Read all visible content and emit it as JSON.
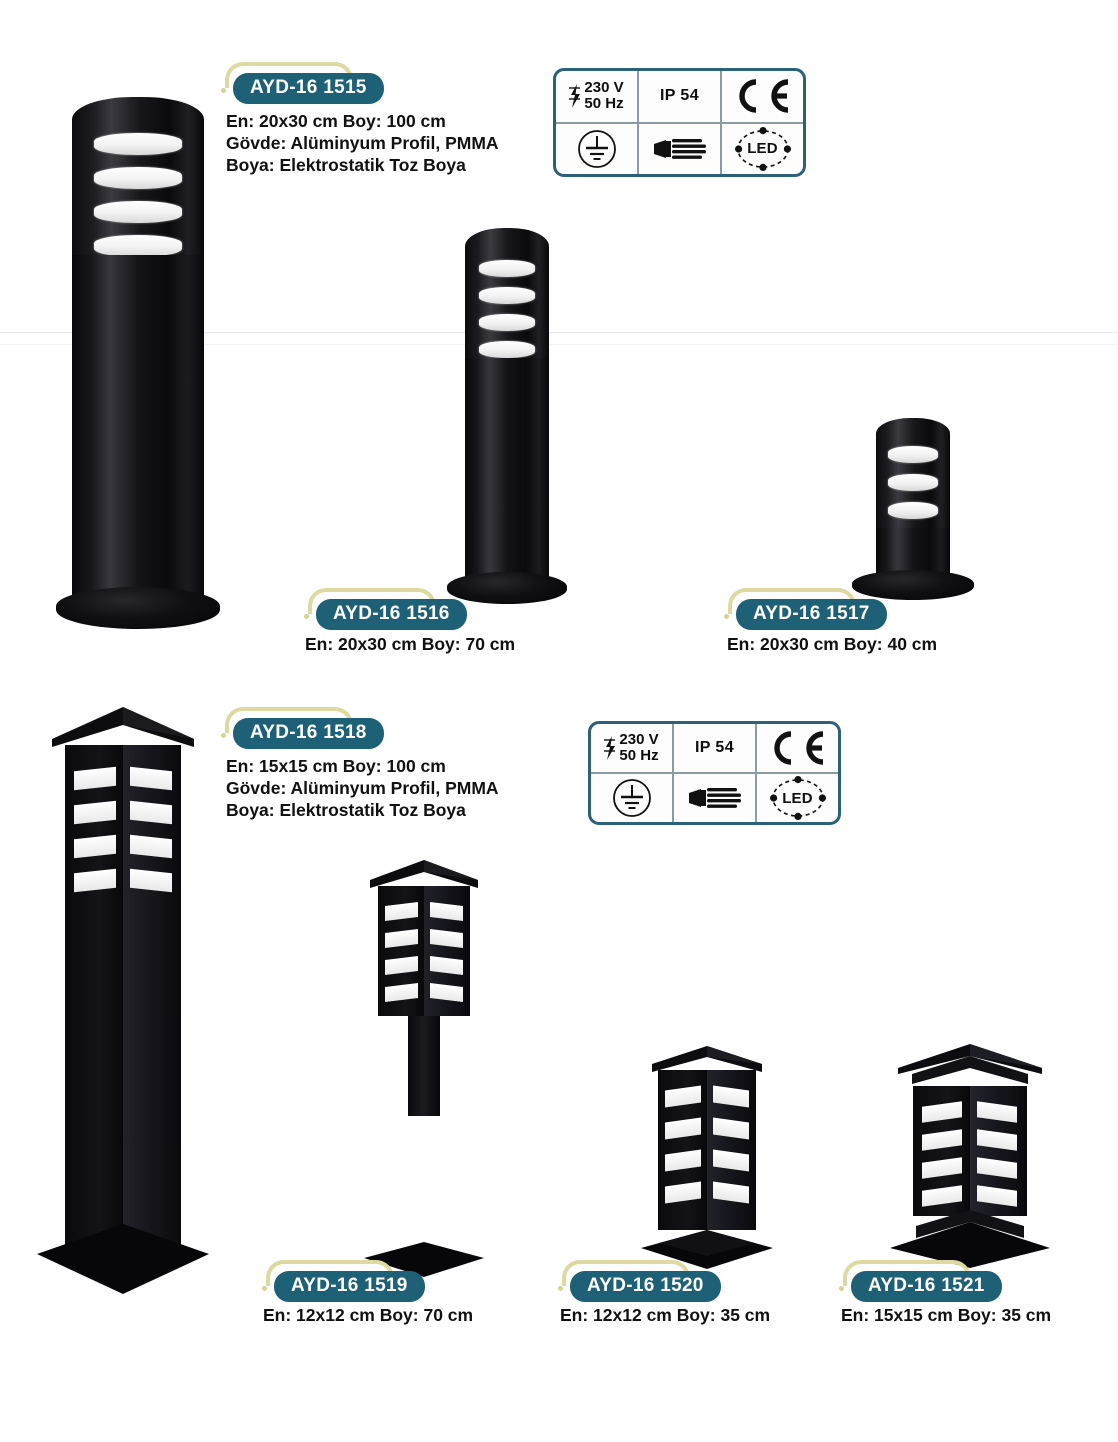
{
  "page": {
    "background_color": "#ffffff",
    "badge_pill_color": "#1e6076",
    "badge_arc_color": "#ddd9a0",
    "cert_border_color": "#2b6277"
  },
  "products": [
    {
      "code": "AYD-16  1515",
      "spec_lines": [
        "En: 20x30 cm Boy: 100 cm",
        "Gövde: Alüminyum Profil, PMMA",
        "Boya: Elektrostatik Toz Boya"
      ],
      "shape": "round-bollard",
      "slots": 4
    },
    {
      "code": "AYD-16  1516",
      "spec_lines": [
        "En: 20x30 cm Boy: 70 cm"
      ],
      "shape": "round-bollard",
      "slots": 4
    },
    {
      "code": "AYD-16  1517",
      "spec_lines": [
        "En: 20x30 cm Boy: 40 cm"
      ],
      "shape": "round-bollard",
      "slots": 3
    },
    {
      "code": "AYD-16  1518",
      "spec_lines": [
        "En: 15x15 cm Boy: 100 cm",
        "Gövde: Alüminyum Profil, PMMA",
        "Boya: Elektrostatik Toz Boya"
      ],
      "shape": "square-bollard",
      "slots": 4
    },
    {
      "code": "AYD-16  1519",
      "spec_lines": [
        "En: 12x12 cm Boy: 70 cm"
      ],
      "shape": "square-bollard",
      "slots": 4
    },
    {
      "code": "AYD-16  1520",
      "spec_lines": [
        "En: 12x12 cm Boy: 35 cm"
      ],
      "shape": "square-bollard",
      "slots": 4
    },
    {
      "code": "AYD-16  1521",
      "spec_lines": [
        "En: 15x15 cm Boy: 35 cm"
      ],
      "shape": "square-bollard-ornate",
      "slots": 4
    }
  ],
  "certifications": [
    {
      "voltage_line1": "230 V",
      "voltage_line2": "50 Hz",
      "ip_rating": "IP 54",
      "ce_mark": "CE",
      "led_label": "LED",
      "icons": [
        "lightning-bolt-icon",
        "ce-mark-icon",
        "earth-ground-icon",
        "lamp-icon",
        "led-circle-icon"
      ]
    },
    {
      "voltage_line1": "230 V",
      "voltage_line2": "50 Hz",
      "ip_rating": "IP 54",
      "ce_mark": "CE",
      "led_label": "LED",
      "icons": [
        "lightning-bolt-icon",
        "ce-mark-icon",
        "earth-ground-icon",
        "lamp-icon",
        "led-circle-icon"
      ]
    }
  ]
}
